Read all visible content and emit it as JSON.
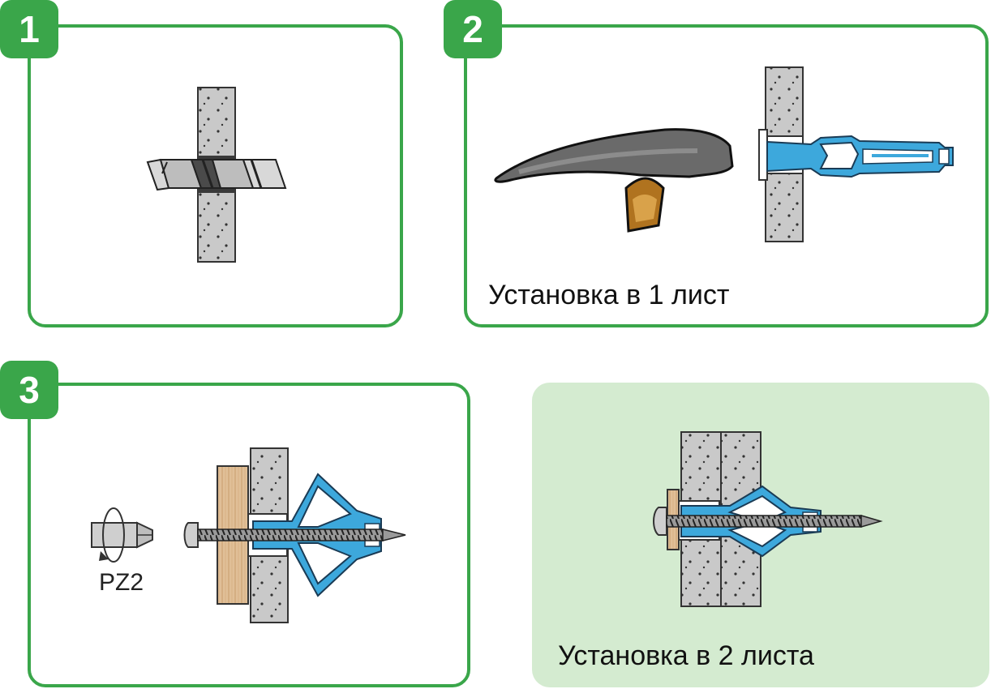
{
  "steps": [
    {
      "number": "1"
    },
    {
      "number": "2",
      "caption": "Установка в 1 лист"
    },
    {
      "number": "3",
      "tool_label": "PZ2"
    },
    {
      "caption": "Установка в 2 листа"
    }
  ],
  "colors": {
    "accent": "#3aa64a",
    "panel_highlight": "#d4ebd0",
    "anchor_blue": "#3da8dc",
    "drywall_gray": "#c9c9c9",
    "wood": "#e0bf97",
    "hammer_head": "#6a6a6a",
    "hammer_handle": "#b0731f"
  },
  "icons": [
    "drill-bit-icon",
    "hammer-icon",
    "screwdriver-bit-icon",
    "rotation-arrow-icon",
    "drywall-anchor-icon",
    "screw-icon"
  ]
}
